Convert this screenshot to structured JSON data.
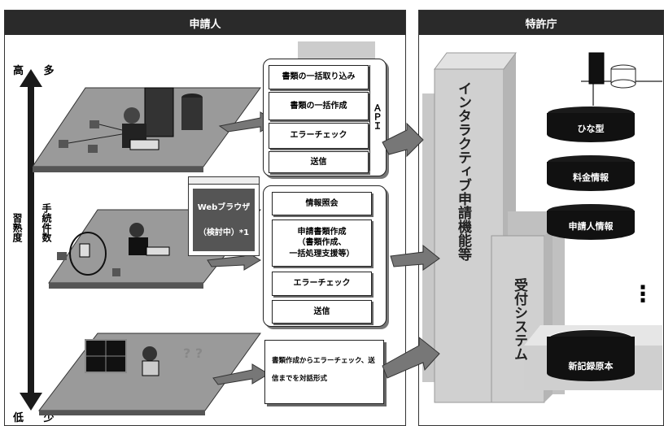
{
  "left_panel": {
    "title": "申請人"
  },
  "right_panel": {
    "title": "特許庁"
  },
  "axis": {
    "high": "高",
    "many": "多",
    "low": "低",
    "few": "少",
    "proficiency": "習熟度",
    "procedures": "手続件数"
  },
  "browser": {
    "line1": "Webブラウザ",
    "line2": "（検討中）*1"
  },
  "group1": {
    "items": [
      "書類の一括取り込み",
      "書類の一括作成",
      "エラーチェック",
      "送信"
    ],
    "api": "ＡＰＩ"
  },
  "group2": {
    "items": [
      "情報照会",
      "申請書類作成\n（書類作成、\n一括処理支援等）",
      "エラーチェック",
      "送信"
    ]
  },
  "group3": {
    "text": "書類作成からエラーチェック、送信までを対話形式"
  },
  "server": {
    "interactive": "インタラクティブ申請機能等",
    "reception": "受付システム"
  },
  "databases": [
    "ひな型",
    "料金情報",
    "申請人情報",
    "新記録原本"
  ],
  "ellipsis": "⋮",
  "question": "? ?"
}
